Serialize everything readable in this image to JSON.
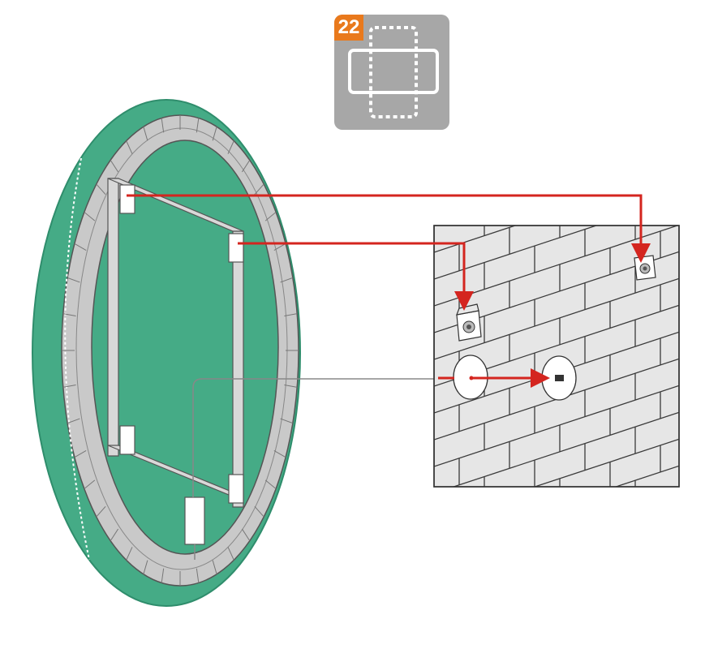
{
  "step": {
    "number": "22",
    "icon": "rotate-orientation-icon"
  },
  "colors": {
    "mirror_green": "#45ab86",
    "frame_grey": "#c8c8c8",
    "arrow_red": "#d4251f",
    "badge_bg": "#a7a7a7",
    "badge_number_bg": "#e9791c",
    "wall_fill": "#e6e6e6",
    "brick_line": "#3a3a3a"
  },
  "parts": {
    "mirror": "round-led-mirror-back",
    "wall": "brick-wall",
    "brackets": [
      "top-right-wall-bracket",
      "middle-wall-bracket"
    ],
    "connector": "power-connector-box"
  }
}
